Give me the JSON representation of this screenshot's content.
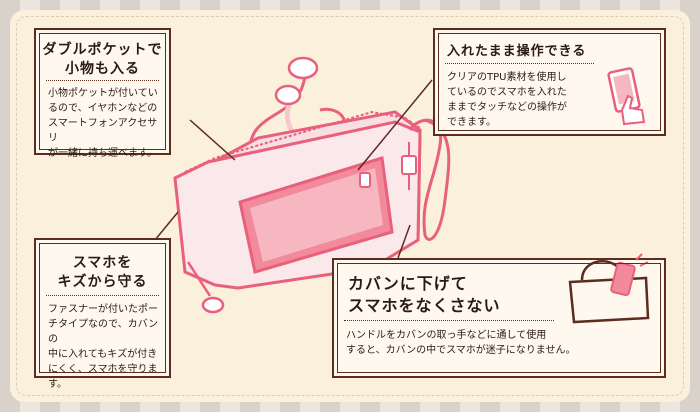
{
  "cards": {
    "double_pocket": {
      "title_line1": "ダブルポケットで",
      "title_line2": "小物も入る",
      "body_line1": "小物ポケットが付いてい",
      "body_line2": "るので、イヤホンなどの",
      "body_line3": "スマートフォンアクセサリ",
      "body_line4": "が一緒に持ち運べます。"
    },
    "operate_inside": {
      "title": "入れたまま操作できる",
      "body_line1": "クリアのTPU素材を使用し",
      "body_line2": "ているのでスマホを入れた",
      "body_line3": "ままでタッチなどの操作が",
      "body_line4": "できます。"
    },
    "protect": {
      "title_line1": "スマホを",
      "title_line2": "キズから守る",
      "body_line1": "ファスナーが付いたポー",
      "body_line2": "チタイプなので、カバンの",
      "body_line3": "中に入れてもキズが付き",
      "body_line4": "にくく、スマホを守ります。"
    },
    "hang_bag": {
      "title_line1": "カバンに下げて",
      "title_line2": "スマホをなくさない",
      "body_line1": "ハンドルをカバンの取っ手などに通して使用",
      "body_line2": "すると、カバンの中でスマホが迷子になりません。"
    }
  },
  "colors": {
    "pouch_pink": "#e8607c",
    "pouch_light": "#f7c9cf",
    "ink": "#5a2d20",
    "card_bg": "#fff8ee"
  }
}
